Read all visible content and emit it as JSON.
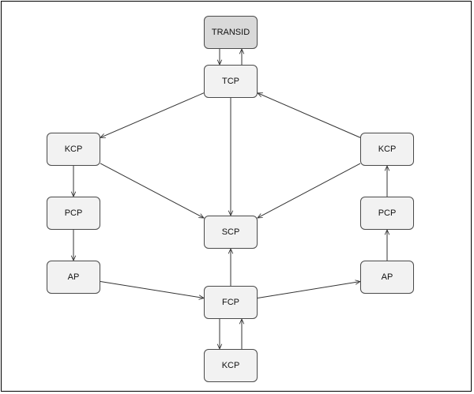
{
  "colors": {
    "node_fill": "#f2f2f2",
    "root_fill": "#d9d9d9",
    "stroke": "#333333",
    "frame": "#000000"
  },
  "nodes": {
    "transid": "TRANSID",
    "tcp": "TCP",
    "kcp_left": "KCP",
    "kcp_right": "KCP",
    "pcp_left": "PCP",
    "pcp_right": "PCP",
    "scp": "SCP",
    "ap_left": "AP",
    "ap_right": "AP",
    "fcp": "FCP",
    "kcp_bottom": "KCP"
  },
  "edges": [
    {
      "from": "transid",
      "to": "tcp"
    },
    {
      "from": "tcp",
      "to": "transid"
    },
    {
      "from": "tcp",
      "to": "kcp_left"
    },
    {
      "from": "tcp",
      "to": "scp"
    },
    {
      "from": "kcp_left",
      "to": "scp"
    },
    {
      "from": "kcp_right",
      "to": "tcp"
    },
    {
      "from": "kcp_right",
      "to": "scp"
    },
    {
      "from": "kcp_left",
      "to": "pcp_left"
    },
    {
      "from": "pcp_left",
      "to": "ap_left"
    },
    {
      "from": "ap_left",
      "to": "fcp"
    },
    {
      "from": "fcp",
      "to": "scp"
    },
    {
      "from": "fcp",
      "to": "ap_right"
    },
    {
      "from": "ap_right",
      "to": "pcp_right"
    },
    {
      "from": "pcp_right",
      "to": "kcp_right"
    },
    {
      "from": "fcp",
      "to": "kcp_bottom"
    },
    {
      "from": "kcp_bottom",
      "to": "fcp"
    }
  ]
}
